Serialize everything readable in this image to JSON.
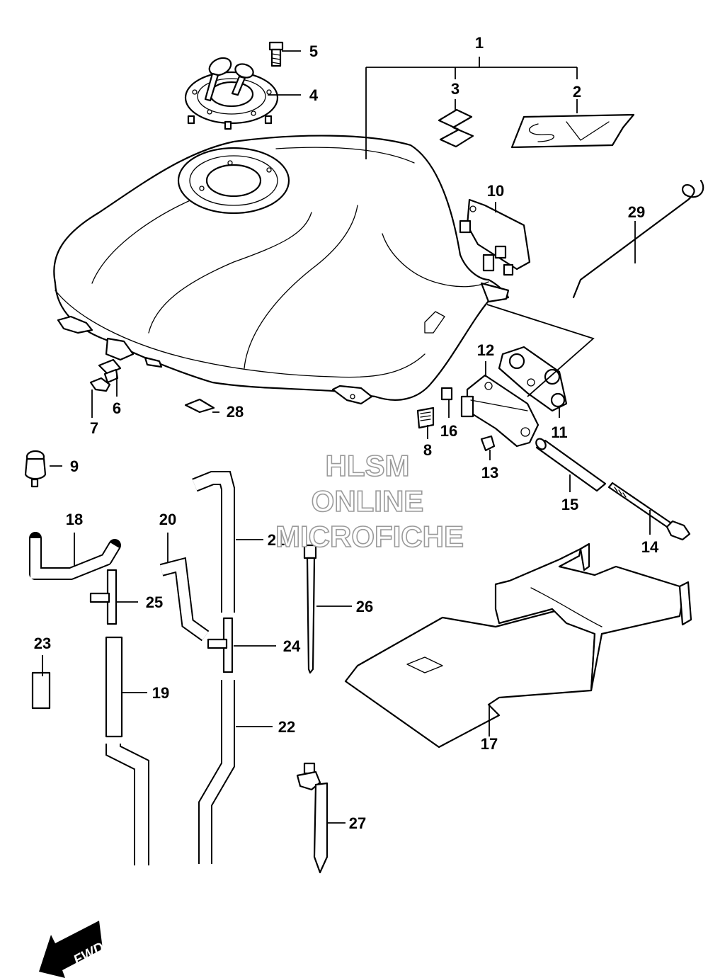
{
  "watermark": {
    "line1": "HLSM",
    "line2": "ONLINE",
    "line3": "MICROFICHE"
  },
  "fwd_label": "FWD",
  "callouts": [
    "1",
    "2",
    "3",
    "4",
    "5",
    "6",
    "7",
    "8",
    "9",
    "10",
    "11",
    "12",
    "13",
    "14",
    "15",
    "16",
    "17",
    "18",
    "19",
    "20",
    "21",
    "22",
    "23",
    "24",
    "25",
    "26",
    "27",
    "28",
    "29"
  ],
  "colors": {
    "line": "#000000",
    "background": "#ffffff",
    "watermark_outline": "#9a9a9a"
  }
}
